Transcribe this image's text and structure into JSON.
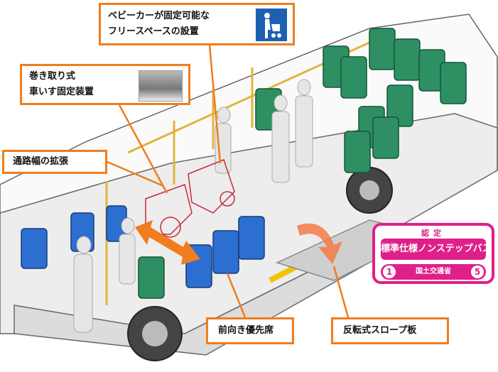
{
  "callouts": {
    "stroller_line1": "ベビーカーが固定可能な",
    "stroller_line2": "フリースペースの設置",
    "wheelchair_line1": "巻き取り式",
    "wheelchair_line2": "車いす固定装置",
    "aisle": "通路幅の拡張",
    "front_seat": "前向き優先席",
    "ramp": "反転式スロープ板"
  },
  "badge": {
    "header": "認定",
    "title": "標準仕様ノンステップバス",
    "ministry": "国土交通省",
    "num_left": "1",
    "num_right": "5"
  },
  "colors": {
    "accent": "#f07d1e",
    "badge": "#e0208a",
    "seat_green": "#2e8f63",
    "seat_blue": "#2d6fd0",
    "sign_blue": "#1f5fb0"
  },
  "icons": [
    "stroller-sign-icon",
    "wheelchair-device-photo",
    "double-arrow-icon",
    "curved-arrow-icon"
  ]
}
